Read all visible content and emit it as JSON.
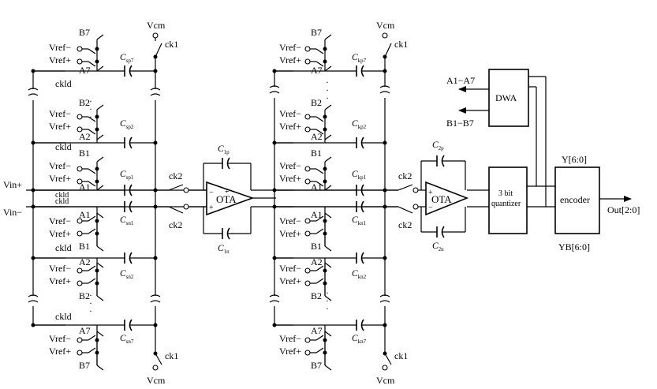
{
  "inputs": {
    "pos": "Vin+",
    "neg": "Vin−"
  },
  "vcm": "Vcm",
  "clocks": {
    "ck1": "ck1",
    "ck2": "ck2",
    "ckld": "ckld"
  },
  "refs": {
    "neg": "Vref−",
    "pos": "Vref+"
  },
  "dots": "·",
  "caps1": {
    "top": [
      {
        "base": "C",
        "sub": "sp7",
        "a": "A7",
        "b": "B7"
      },
      {
        "base": "C",
        "sub": "sp2",
        "a": "A2",
        "b": "B2"
      },
      {
        "base": "C",
        "sub": "sp1",
        "a": "A1",
        "b": "B1"
      }
    ],
    "bot": [
      {
        "base": "C",
        "sub": "sn1",
        "a": "A1",
        "b": "B1"
      },
      {
        "base": "C",
        "sub": "sn2",
        "a": "A2",
        "b": "B2"
      },
      {
        "base": "C",
        "sub": "sn7",
        "a": "A7",
        "b": "B7"
      }
    ]
  },
  "caps2": {
    "top": [
      {
        "base": "C",
        "sub": "kp7",
        "a": "A7",
        "b": "B7"
      },
      {
        "base": "C",
        "sub": "kp2",
        "a": "A2",
        "b": "B2"
      },
      {
        "base": "C",
        "sub": "kp1",
        "a": "A1",
        "b": "B1"
      }
    ],
    "bot": [
      {
        "base": "C",
        "sub": "kn1",
        "a": "A1",
        "b": "B1"
      },
      {
        "base": "C",
        "sub": "kn2",
        "a": "A2",
        "b": "B2"
      },
      {
        "base": "C",
        "sub": "kn7",
        "a": "A7",
        "b": "B7"
      }
    ]
  },
  "feedback": {
    "c1p": {
      "base": "C",
      "sub": "1p"
    },
    "c1n": {
      "base": "C",
      "sub": "1n"
    },
    "c2p": {
      "base": "C",
      "sub": "2p"
    },
    "c2n": {
      "base": "C",
      "sub": "2n"
    }
  },
  "ota": "OTA",
  "ota_signs": {
    "plus": "+",
    "minus": "−"
  },
  "quantizer": {
    "line1": "3 bit",
    "line2": "quantizer"
  },
  "dwa": "DWA",
  "dwa_out": {
    "a": "A1−A7",
    "b": "B1−B7"
  },
  "encoder": "encoder",
  "y_bus": "Y[6:0]",
  "yb_bus": "YB[6:0]",
  "output": "Out[2:0]"
}
